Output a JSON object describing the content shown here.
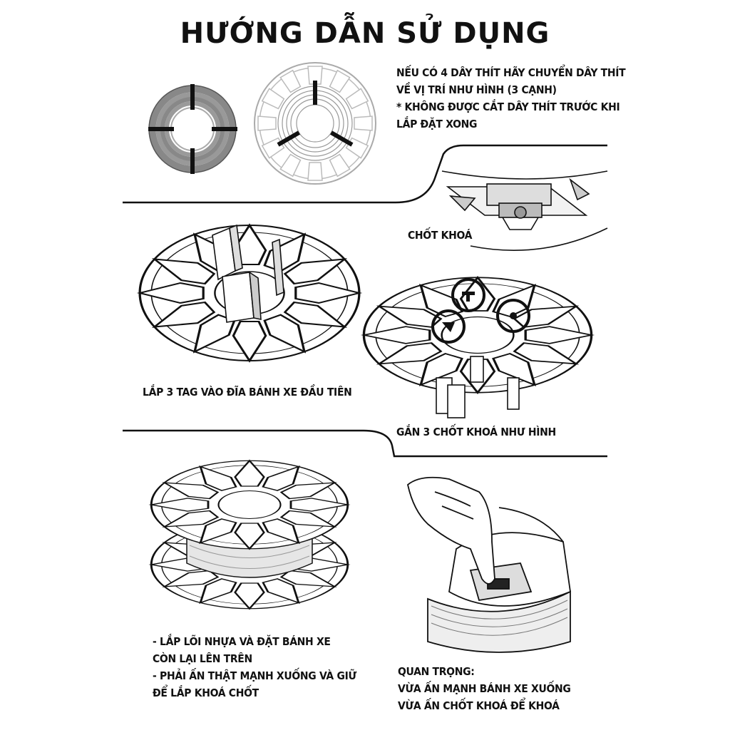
{
  "title": "HƯỚNG DẪN SỬ DỤNG",
  "step1": {
    "lines": [
      "NẾU CÓ 4 DÂY THÍT HÃY CHUYỂN DÂY THÍT",
      "VỀ VỊ TRÍ NHƯ HÌNH (3 CẠNH)",
      "* KHÔNG ĐƯỢC CẮT DÂY THÍT TRƯỚC KHI",
      "LẮP ĐẶT XONG"
    ]
  },
  "lock_label": "CHỐT KHOÁ",
  "step2": {
    "caption": "LẮP 3 TAG VÀO ĐĨA BÁNH XE ĐẦU TIÊN"
  },
  "step3": {
    "caption": "GẮN 3 CHỐT KHOÁ NHƯ HÌNH"
  },
  "step4": {
    "lines": [
      "- LẮP LÕI NHỰA VÀ ĐẶT BÁNH XE",
      "CÒN LẠI LÊN TRÊN",
      "- PHẢI ẤN THẬT MẠNH XUỐNG VÀ GIỮ",
      "ĐỂ LẮP KHOÁ CHỐT"
    ]
  },
  "step5": {
    "lines": [
      "QUAN TRỌNG:",
      "VỪA ẤN MẠNH BÁNH XE XUỐNG",
      "VỪA ẤN CHỐT KHOÁ ĐỂ KHOÁ"
    ]
  }
}
